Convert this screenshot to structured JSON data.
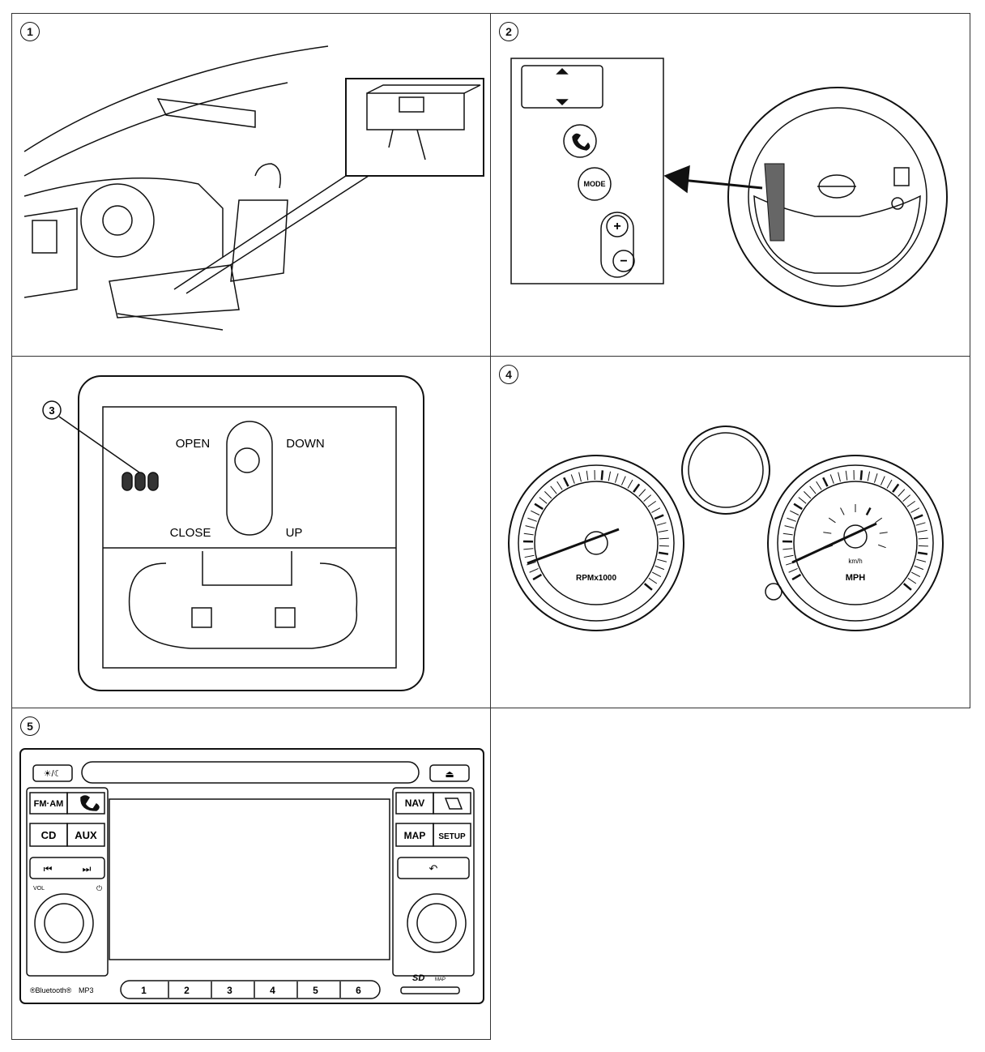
{
  "panels": [
    {
      "number": "1"
    },
    {
      "number": "2"
    },
    {
      "number": "3"
    },
    {
      "number": "4"
    },
    {
      "number": "5"
    }
  ],
  "steering_controls": {
    "mode_label": "MODE",
    "plus_label": "+",
    "minus_label": "−"
  },
  "overhead_console": {
    "callout": "3",
    "open_label": "OPEN",
    "down_label": "DOWN",
    "close_label": "CLOSE",
    "up_label": "UP"
  },
  "gauges": {
    "tach_label": "RPMx1000",
    "speedo_unit_small": "km/h",
    "speedo_unit": "MPH"
  },
  "head_unit": {
    "display_button": "☀/☾",
    "eject_icon": "⏏",
    "left_buttons": [
      "FM·AM",
      "CD",
      "AUX"
    ],
    "seek_back": "⏮",
    "seek_fwd": "⏭",
    "vol_label": "VOL",
    "power_icon": "⏻",
    "right_buttons": [
      "NAV",
      "MAP",
      "SETUP"
    ],
    "back_icon": "↶",
    "bluetooth_label": "®Bluetooth®",
    "mp3_label": "MP3",
    "sd_label": "SD",
    "map_small": "MAP",
    "presets": [
      "1",
      "2",
      "3",
      "4",
      "5",
      "6"
    ]
  },
  "colors": {
    "line": "#111111",
    "panel_border": "#333333",
    "background": "#ffffff"
  }
}
